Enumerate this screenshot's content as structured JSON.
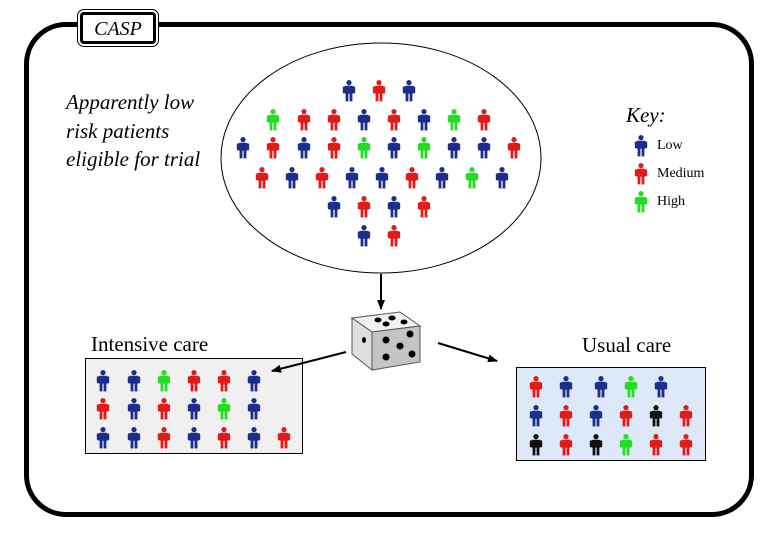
{
  "tag": {
    "label": "CASP"
  },
  "caption": "Apparently low risk patients eligible for trial",
  "key": {
    "title": "Key:",
    "items": [
      {
        "level": "low",
        "label": "Low"
      },
      {
        "level": "medium",
        "label": "Medium"
      },
      {
        "level": "high",
        "label": "High"
      }
    ]
  },
  "colors": {
    "low": "#1c2d8c",
    "medium": "#e11a1a",
    "high": "#22dd22",
    "unknown": "#111111"
  },
  "groups": {
    "intensive": {
      "title": "Intensive care"
    },
    "usual": {
      "title": "Usual care"
    }
  },
  "pool_people": [
    {
      "row": 1,
      "levels": [
        "low",
        "medium",
        "low"
      ]
    },
    {
      "row": 2,
      "levels": [
        "high",
        "medium",
        "medium",
        "low",
        "medium",
        "low",
        "high",
        "medium"
      ]
    },
    {
      "row": 3,
      "levels": [
        "low",
        "medium",
        "low",
        "medium",
        "high",
        "low",
        "high",
        "low",
        "low",
        "medium"
      ]
    },
    {
      "row": 4,
      "levels": [
        "medium",
        "low",
        "medium",
        "low",
        "low",
        "medium",
        "low",
        "high",
        "low"
      ]
    },
    {
      "row": 5,
      "levels": [
        "low",
        "medium",
        "low",
        "medium"
      ]
    },
    {
      "row": 6,
      "levels": [
        "low",
        "medium"
      ]
    }
  ],
  "intensive_people": [
    {
      "row": 1,
      "levels": [
        "low",
        "low",
        "high",
        "medium",
        "medium",
        "low"
      ]
    },
    {
      "row": 2,
      "levels": [
        "medium",
        "low",
        "medium",
        "low",
        "high",
        "low"
      ]
    },
    {
      "row": 3,
      "levels": [
        "low",
        "low",
        "medium",
        "low",
        "medium",
        "low",
        "medium"
      ]
    }
  ],
  "usual_people": [
    {
      "row": 1,
      "levels": [
        "medium",
        "low",
        "low",
        "high",
        "low"
      ]
    },
    {
      "row": 2,
      "levels": [
        "low",
        "medium",
        "low",
        "medium",
        "unknown",
        "medium"
      ]
    },
    {
      "row": 3,
      "levels": [
        "unknown",
        "medium",
        "unknown",
        "high",
        "medium",
        "medium"
      ]
    }
  ]
}
